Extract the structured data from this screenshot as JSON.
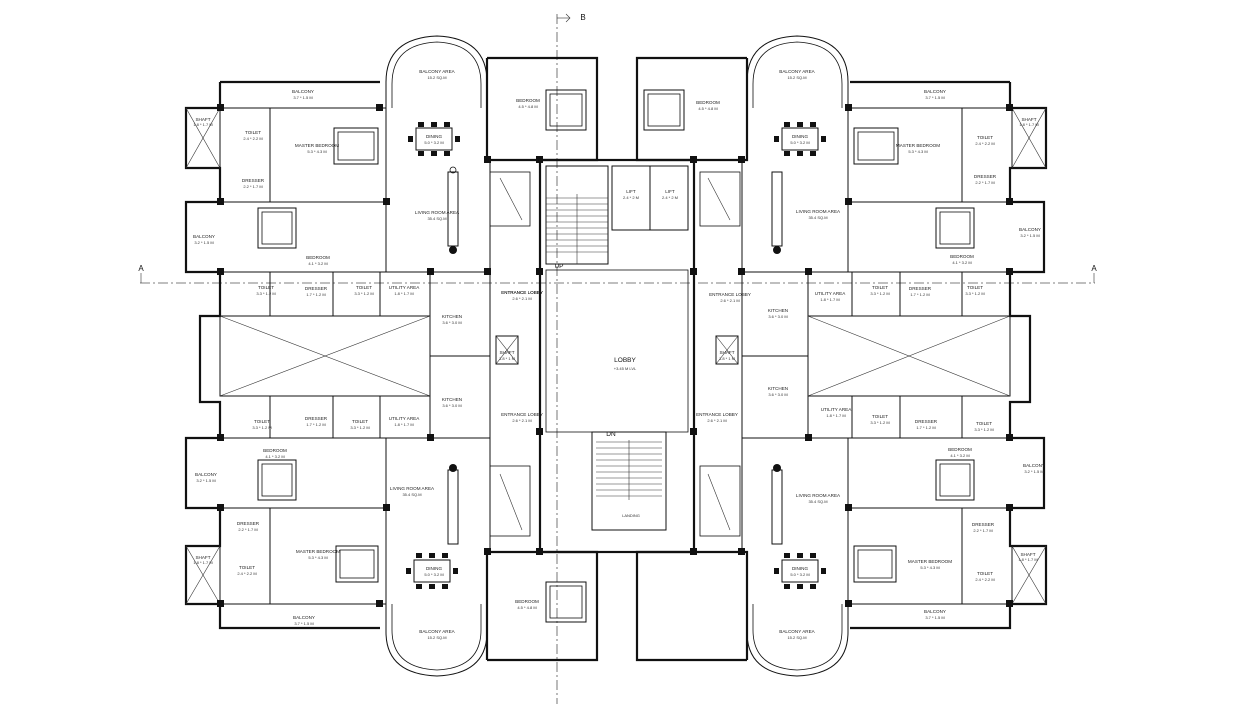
{
  "rooms": {
    "nw": {
      "balcony_top": {
        "name": "BALCONY",
        "dim": "3.7 * 1.5 M"
      },
      "balcony_area": {
        "name": "BALCONY AREA",
        "dim": "15.2 SQ.M"
      },
      "bedroom": {
        "name": "BEDROOM",
        "dim": "4.5 * 4.8 M"
      },
      "shaft": {
        "name": "SHAFT",
        "dim": "1.8 * 1.7 M"
      },
      "toilet": {
        "name": "TOILET",
        "dim": "2.4 * 2.2 M"
      },
      "master_bedroom": {
        "name": "MASTER BEDROOM",
        "dim": "5.3 * 4.3 M"
      },
      "dining": {
        "name": "DINING",
        "dim": "5.0 * 3.2 M"
      },
      "dresser": {
        "name": "DRESSER",
        "dim": "2.2 * 1.7 M"
      },
      "living": {
        "name": "LIVING ROOM AREA",
        "dim": "35.4 SQ.M"
      },
      "balcony_side": {
        "name": "BALCONY",
        "dim": "3.2 * 1.5 M"
      },
      "bedroom2": {
        "name": "BEDROOM",
        "dim": "4.1 * 3.2 M"
      },
      "toilet2": {
        "name": "TOILET",
        "dim": "3.3 * 1.2 M"
      },
      "dresser2": {
        "name": "DRESSER",
        "dim": "1.7 * 1.2 M"
      },
      "toilet3": {
        "name": "TOILET",
        "dim": "3.3 * 1.2 M"
      },
      "utility": {
        "name": "UTILITY AREA",
        "dim": "1.8 * 1.7 M"
      },
      "kitchen": {
        "name": "KITCHEN",
        "dim": "3.6 * 3.0 M"
      },
      "entrance_lobby": {
        "name": "ENTRANCE LOBBY",
        "dim": "2.6 * 2.1 M"
      }
    },
    "sw": {
      "kitchen": {
        "name": "KITCHEN",
        "dim": "3.6 * 3.0 M"
      },
      "entrance_lobby": {
        "name": "ENTRANCE LOBBY",
        "dim": "2.6 * 2.1 M"
      },
      "toilet": {
        "name": "TOILET",
        "dim": "3.3 * 1.2 M"
      },
      "dresser": {
        "name": "DRESSER",
        "dim": "1.7 * 1.2 M"
      },
      "toilet2": {
        "name": "TOILET",
        "dim": "3.3 * 1.2 M"
      },
      "utility": {
        "name": "UTILITY AREA",
        "dim": "1.8 * 1.7 M"
      },
      "bedroom": {
        "name": "BEDROOM",
        "dim": "4.1 * 3.2 M"
      },
      "balcony_side": {
        "name": "BALCONY",
        "dim": "3.2 * 1.5 M"
      },
      "living": {
        "name": "LIVING ROOM AREA",
        "dim": "35.4 SQ.M"
      },
      "dresser2": {
        "name": "DRESSER",
        "dim": "2.2 * 1.7 M"
      },
      "shaft": {
        "name": "SHAFT",
        "dim": "1.8 * 1.7 M"
      },
      "toilet3": {
        "name": "TOILET",
        "dim": "2.4 * 2.2 M"
      },
      "master_bedroom": {
        "name": "MASTER BEDROOM",
        "dim": "5.3 * 4.3 M"
      },
      "dining": {
        "name": "DINING",
        "dim": "5.0 * 3.2 M"
      },
      "bedroom2": {
        "name": "BEDROOM",
        "dim": "4.5 * 4.8 M"
      },
      "balcony_bottom": {
        "name": "BALCONY",
        "dim": "3.7 * 1.5 M"
      },
      "balcony_area": {
        "name": "BALCONY AREA",
        "dim": "15.2 SQ.M"
      }
    },
    "ne": {
      "balcony_area": {
        "name": "BALCONY AREA",
        "dim": "15.2 SQ.M"
      },
      "bedroom": {
        "name": "BEDROOM",
        "dim": "4.5 * 4.8 M"
      },
      "balcony_top": {
        "name": "BALCONY",
        "dim": "3.7 * 1.5 M"
      },
      "shaft": {
        "name": "SHAFT",
        "dim": "1.8 * 1.7 M"
      },
      "toilet": {
        "name": "TOILET",
        "dim": "2.4 * 2.2 M"
      },
      "master_bedroom": {
        "name": "MASTER BEDROOM",
        "dim": "5.3 * 4.3 M"
      },
      "dining": {
        "name": "DINING",
        "dim": "5.0 * 3.2 M"
      },
      "dresser": {
        "name": "DRESSER",
        "dim": "2.2 * 1.7 M"
      },
      "living": {
        "name": "LIVING ROOM AREA",
        "dim": "35.4 SQ.M"
      },
      "balcony_side": {
        "name": "BALCONY",
        "dim": "3.2 * 1.5 M"
      },
      "bedroom2": {
        "name": "BEDROOM",
        "dim": "4.1 * 3.2 M"
      },
      "utility": {
        "name": "UTILITY AREA",
        "dim": "1.8 * 1.7 M"
      },
      "kitchen": {
        "name": "KITCHEN",
        "dim": "3.6 * 3.0 M"
      },
      "toilet2": {
        "name": "TOILET",
        "dim": "3.3 * 1.2 M"
      },
      "dresser2": {
        "name": "DRESSER",
        "dim": "1.7 * 1.2 M"
      },
      "toilet3": {
        "name": "TOILET",
        "dim": "3.3 * 1.2 M"
      }
    },
    "se": {
      "kitchen": {
        "name": "KITCHEN",
        "dim": "3.6 * 3.0 M"
      },
      "entrance_lobby": {
        "name": "ENTRANCE LOBBY",
        "dim": "2.6 * 2.1 M"
      },
      "utility": {
        "name": "UTILITY AREA",
        "dim": "1.8 * 1.7 M"
      },
      "toilet": {
        "name": "TOILET",
        "dim": "3.3 * 1.2 M"
      },
      "dresser": {
        "name": "DRESSER",
        "dim": "1.7 * 1.2 M"
      },
      "toilet2": {
        "name": "TOILET",
        "dim": "3.3 * 1.2 M"
      },
      "bedroom": {
        "name": "BEDROOM",
        "dim": "4.1 * 3.2 M"
      },
      "balcony_side": {
        "name": "BALCONY",
        "dim": "3.2 * 1.5 M"
      },
      "living": {
        "name": "LIVING ROOM AREA",
        "dim": "35.4 SQ.M"
      },
      "dresser2": {
        "name": "DRESSER",
        "dim": "2.2 * 1.7 M"
      },
      "shaft": {
        "name": "SHAFT",
        "dim": "1.8 * 1.7 M"
      },
      "toilet3": {
        "name": "TOILET",
        "dim": "2.4 * 2.2 M"
      },
      "master_bedroom": {
        "name": "MASTER BEDROOM",
        "dim": "5.3 * 4.3 M"
      },
      "dining": {
        "name": "DINING",
        "dim": "5.0 * 3.2 M"
      },
      "balcony_bottom": {
        "name": "BALCONY",
        "dim": "3.7 * 1.5 M"
      },
      "balcony_area": {
        "name": "BALCONY AREA",
        "dim": "15.2 SQ.M"
      }
    },
    "core": {
      "lift1": {
        "name": "LIFT",
        "dim": "2.4 * 2 M"
      },
      "lift2": {
        "name": "LIFT",
        "dim": "2.4 * 2 M"
      },
      "entrance_lobby_nw": {
        "name": "ENTRANCE LOBBY",
        "dim": "2.6 * 2.1 M"
      },
      "lobby": {
        "name": "LOBBY",
        "dim": "+3.45 M LVL"
      },
      "shaft_left": {
        "name": "SHAFT",
        "dim": "1.8 * 1 M"
      },
      "shaft_right": {
        "name": "SHAFT",
        "dim": "1.8 * 1 M"
      },
      "entrance_lobby_ne": {
        "name": "ENTRANCE LOBBY",
        "dim": "2.6 * 2.1 M"
      },
      "up_label": "UP",
      "dn_label": "DN",
      "stair_landing": "LANDING"
    }
  },
  "markers": {
    "section_a_left": "A",
    "section_a_right": "A",
    "section_b": "B"
  }
}
